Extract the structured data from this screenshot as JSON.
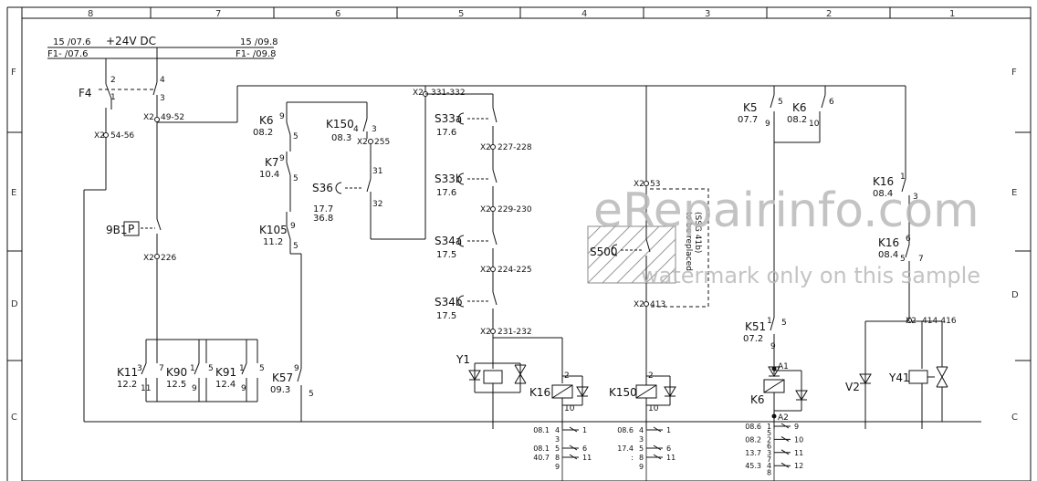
{
  "columns": [
    "8",
    "7",
    "6",
    "5",
    "4",
    "3",
    "2",
    "1"
  ],
  "rows": [
    "F",
    "E",
    "D",
    "C"
  ],
  "supply": {
    "voltage": "+24V DC",
    "left_ref_top": "15 /07.6",
    "left_ref_bot": "F1- /07.6",
    "right_ref_top": "15 /09.8",
    "right_ref_bot": "F1- /09.8"
  },
  "labels": {
    "f4": "F4",
    "f4_p2": "2",
    "f4_p1": "1",
    "f4_p4": "4",
    "f4_p3": "3",
    "x2_4952": "X2",
    "t_4952": "49-52",
    "x2_5456": "X2",
    "t_5456": "54-56",
    "sw9b1": "9B1",
    "p_box": "P",
    "x2_226": "X2",
    "t_226": "226",
    "k6": "K6",
    "k6_ref": "08.2",
    "k6_p9": "9",
    "k6_p5": "5",
    "k7": "K7",
    "k7_ref": "10.4",
    "k7_p9": "9",
    "k7_p5": "5",
    "k105": "K105",
    "k105_ref": "11.2",
    "k105_p9": "9",
    "k105_p5": "5",
    "k150a": "K150",
    "k150a_p4": "4",
    "k150a_p3": "3",
    "k150a_ref": "08.3",
    "x2_255": "X2",
    "t_255": "255",
    "s36": "S36",
    "s36_r1": "17.7",
    "s36_r2": "36.8",
    "s36_p31": "31",
    "s36_p32": "32",
    "x2_331": "X2",
    "t_331": "331-332",
    "s33a": "S33a",
    "s33a_ref": "17.6",
    "s33b": "S33b",
    "s33b_ref": "17.6",
    "s34a": "S34a",
    "s34a_ref": "17.5",
    "s34b": "S34b",
    "s34b_ref": "17.5",
    "t_227": "227-228",
    "t_229": "229-230",
    "t_224": "224-225",
    "t_231": "231-232",
    "x2_227": "X2",
    "x2_229": "X2",
    "x2_224": "X2",
    "x2_231": "X2",
    "y1": "Y1",
    "k16a": "K16",
    "k16a_p2": "2",
    "k16a_p10": "10",
    "k150b": "K150",
    "k150b_p2": "2",
    "k150b_p10": "10",
    "x2_53": "X2",
    "t_53": "53",
    "x2_413": "X2",
    "t_413": "413",
    "s500": "S500",
    "note1": "(SSG 41b)",
    "note2": "to be replaced",
    "k5": "K5",
    "k5_ref": "07.7",
    "k5_p9": "9",
    "k5_p5": "5",
    "k6b": "K6",
    "k6b_ref": "08.2",
    "k6b_p10": "10",
    "k6b_p6": "6",
    "k16b": "K16",
    "k16b_ref": "08.4",
    "k16b_p1": "1",
    "k16b_p3": "3",
    "k16c": "K16",
    "k16c_ref": "08.4",
    "k16c_p5": "5",
    "k16c_p6": "6",
    "k16c_p7": "7",
    "k51": "K51",
    "k51_ref": "07.2",
    "k51_p1": "1",
    "k51_p5": "5",
    "k51_p9": "9",
    "k6c": "K6",
    "k6c_a1": "A1",
    "k6c_a2": "A2",
    "x2_414": "X2",
    "t_414": "414-416",
    "v2": "V2",
    "y41": "Y41",
    "k11": "K11",
    "k11_ref": "12.2",
    "k11_p3": "3",
    "k11_p7": "7",
    "k11_p11": "11",
    "k90": "K90",
    "k90_ref": "12.5",
    "k90_p1": "1",
    "k90_p5": "5",
    "k90_p9": "9",
    "k91": "K91",
    "k91_ref": "12.4",
    "k91_p1": "1",
    "k91_p5": "5",
    "k91_p9": "9",
    "k57": "K57",
    "k57_ref": "09.3",
    "k57_p9": "9",
    "k57_p5": "5"
  },
  "contact_tables": {
    "k16": [
      {
        "ref": "08.1",
        "a": "4",
        "b": "1"
      },
      {
        "ref": "",
        "a": "3",
        "b": ""
      },
      {
        "ref": "08.1",
        "a": "5",
        "b": "6"
      },
      {
        "ref": "40.7",
        "a": "8",
        "b": "11"
      },
      {
        "ref": "",
        "a": "9",
        "b": ""
      }
    ],
    "k150": [
      {
        "ref": "08.6",
        "a": "4",
        "b": "1"
      },
      {
        "ref": "",
        "a": "3",
        "b": ""
      },
      {
        "ref": "17.4",
        "a": "5",
        "b": "6"
      },
      {
        "ref": ":",
        "a": "8",
        "b": "11"
      },
      {
        "ref": "",
        "a": "9",
        "b": ""
      }
    ],
    "k6": [
      {
        "ref": "08.6",
        "a": "1",
        "b": "9"
      },
      {
        "ref": "",
        "a": "5",
        "b": ""
      },
      {
        "ref": "08.2",
        "a": "2",
        "b": "10"
      },
      {
        "ref": "",
        "a": "6",
        "b": ""
      },
      {
        "ref": "13.7",
        "a": "3",
        "b": "11"
      },
      {
        "ref": "",
        "a": "7",
        "b": ""
      },
      {
        "ref": "45.3",
        "a": "4",
        "b": "12"
      },
      {
        "ref": "",
        "a": "8",
        "b": ""
      }
    ]
  },
  "watermark": {
    "main": "eRepairinfo.com",
    "sub": "watermark only on this sample"
  },
  "colors": {
    "line": "#111111",
    "watermark": "#b9b9b9"
  }
}
